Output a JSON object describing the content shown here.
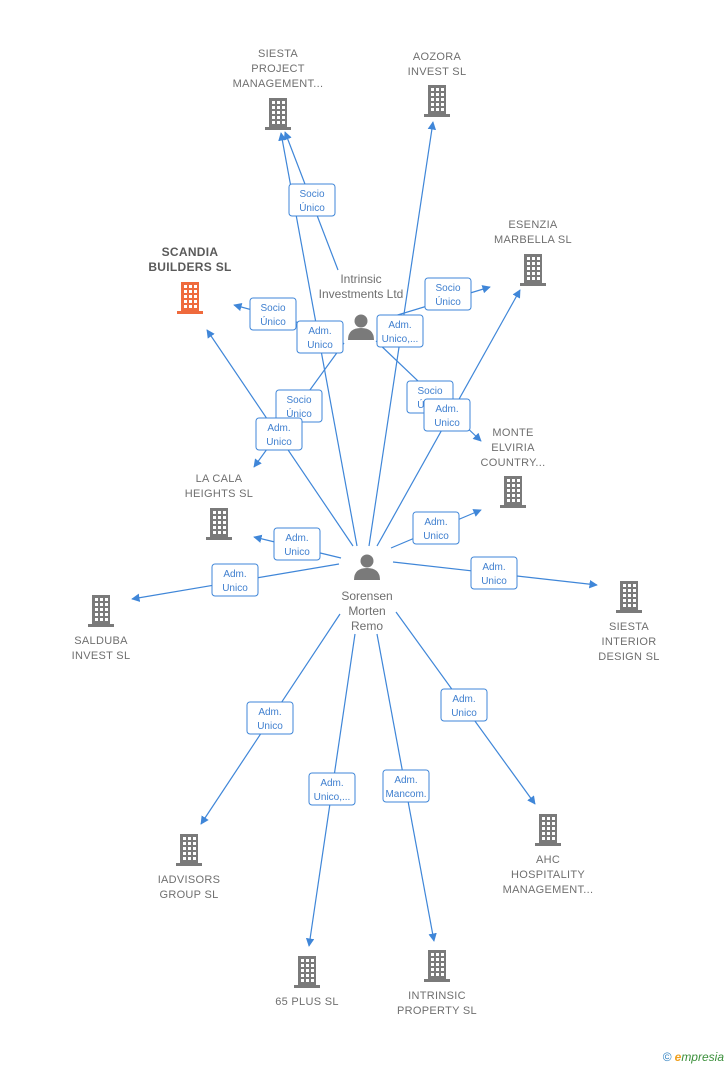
{
  "colors": {
    "edge": "#3f86d8",
    "company": "#7a7a7a",
    "focus_company": "#ef6a3c",
    "person": "#7a7a7a"
  },
  "people": [
    {
      "id": "sorensen",
      "lines": [
        "Sorensen",
        "Morten",
        "Remo"
      ]
    },
    {
      "id": "intrinsic_ltd",
      "lines": [
        "Intrinsic",
        "Investments Ltd"
      ]
    }
  ],
  "companies": [
    {
      "id": "siesta_pm",
      "lines": [
        "SIESTA",
        "PROJECT",
        "MANAGEMENT..."
      ],
      "focus": false
    },
    {
      "id": "aozora",
      "lines": [
        "AOZORA",
        "INVEST  SL"
      ],
      "focus": false
    },
    {
      "id": "esenzia",
      "lines": [
        "ESENZIA",
        "MARBELLA  SL"
      ],
      "focus": false
    },
    {
      "id": "scandia",
      "lines": [
        "SCANDIA",
        "BUILDERS  SL"
      ],
      "focus": true
    },
    {
      "id": "monte",
      "lines": [
        "MONTE",
        "ELVIRIA",
        "COUNTRY..."
      ],
      "focus": false
    },
    {
      "id": "lacala",
      "lines": [
        "LA CALA",
        "HEIGHTS  SL"
      ],
      "focus": false
    },
    {
      "id": "salduba",
      "lines": [
        "SALDUBA",
        "INVEST  SL"
      ],
      "focus": false
    },
    {
      "id": "siesta_id",
      "lines": [
        "SIESTA",
        "INTERIOR",
        "DESIGN  SL"
      ],
      "focus": false
    },
    {
      "id": "iadvisors",
      "lines": [
        "IADVISORS",
        "GROUP SL"
      ],
      "focus": false
    },
    {
      "id": "plus65",
      "lines": [
        "65 PLUS SL"
      ],
      "focus": false
    },
    {
      "id": "intrinsic_prop",
      "lines": [
        "INTRINSIC",
        "PROPERTY SL"
      ],
      "focus": false
    },
    {
      "id": "ahc",
      "lines": [
        "AHC",
        "HOSPITALITY",
        "MANAGEMENT..."
      ],
      "focus": false
    }
  ],
  "edges": [
    {
      "from": "intrinsic_ltd",
      "to": "siesta_pm",
      "label": [
        "Socio",
        "Único"
      ]
    },
    {
      "from": "intrinsic_ltd",
      "to": "scandia",
      "label": [
        "Socio",
        "Único"
      ]
    },
    {
      "from": "intrinsic_ltd",
      "to": "esenzia",
      "label": [
        "Socio",
        "Único"
      ]
    },
    {
      "from": "intrinsic_ltd",
      "to": "monte",
      "label": [
        "Socio",
        "Único"
      ]
    },
    {
      "from": "intrinsic_ltd",
      "to": "lacala",
      "label": [
        "Socio",
        "Único"
      ]
    },
    {
      "from": "sorensen",
      "to": "siesta_pm",
      "label": [
        "Adm.",
        "Unico"
      ]
    },
    {
      "from": "sorensen",
      "to": "aozora",
      "label": [
        "Adm.",
        "Unico,..."
      ]
    },
    {
      "from": "sorensen",
      "to": "esenzia",
      "label": [
        "Adm.",
        "Unico"
      ]
    },
    {
      "from": "sorensen",
      "to": "scandia",
      "label": [
        "Adm.",
        "Unico"
      ]
    },
    {
      "from": "sorensen",
      "to": "monte",
      "label": [
        "Adm.",
        "Unico"
      ]
    },
    {
      "from": "sorensen",
      "to": "lacala",
      "label": [
        "Adm.",
        "Unico"
      ]
    },
    {
      "from": "sorensen",
      "to": "salduba",
      "label": [
        "Adm.",
        "Unico"
      ]
    },
    {
      "from": "sorensen",
      "to": "siesta_id",
      "label": [
        "Adm.",
        "Unico"
      ]
    },
    {
      "from": "sorensen",
      "to": "iadvisors",
      "label": [
        "Adm.",
        "Unico"
      ]
    },
    {
      "from": "sorensen",
      "to": "plus65",
      "label": [
        "Adm.",
        "Unico,..."
      ]
    },
    {
      "from": "sorensen",
      "to": "intrinsic_prop",
      "label": [
        "Adm.",
        "Mancom."
      ]
    },
    {
      "from": "sorensen",
      "to": "ahc",
      "label": [
        "Adm.",
        "Unico"
      ]
    }
  ],
  "branding": {
    "copyright": "©",
    "brand_initial": "e",
    "brand_rest": "mpresia"
  }
}
